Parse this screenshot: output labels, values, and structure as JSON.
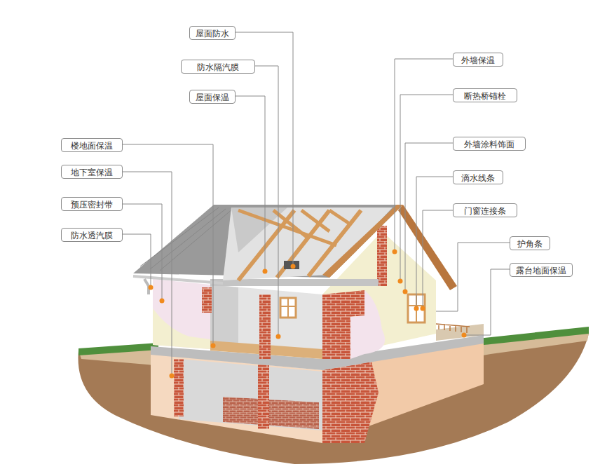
{
  "diagram": {
    "nodes": [
      {
        "text": [
          "屋面防水"
        ]
      },
      {
        "text": [
          "防水隔汽膜"
        ]
      },
      {
        "text": [
          "屋面保温"
        ]
      },
      {
        "text": [
          "楼地面保温"
        ]
      },
      {
        "text": [
          "地下室保温"
        ]
      },
      {
        "text": [
          "预压密封带"
        ]
      },
      {
        "text": [
          "防水透汽膜"
        ]
      },
      {
        "text": [
          "外墙保温"
        ]
      },
      {
        "text": [
          "断热桥锚栓"
        ]
      },
      {
        "text": [
          "外墙涂料饰面"
        ]
      },
      {
        "text": [
          "滴水线条"
        ]
      },
      {
        "text": [
          "门窗连接条"
        ]
      },
      {
        "text": [
          "护角条"
        ]
      },
      {
        "text": [
          "露台地面保温"
        ]
      }
    ]
  }
}
